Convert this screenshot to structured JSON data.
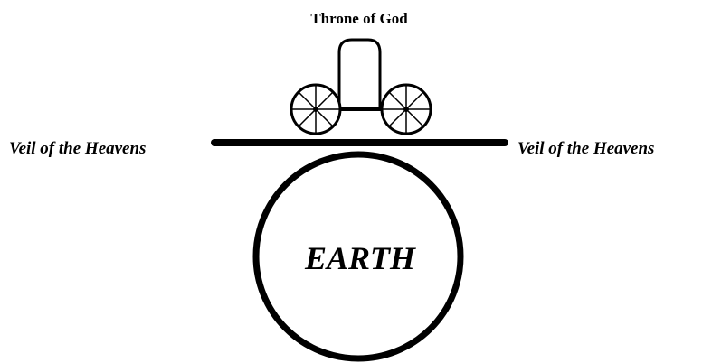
{
  "diagram": {
    "throne_label": "Throne of God",
    "veil_label_left": "Veil of the Heavens",
    "veil_label_right": "Veil of the Heavens",
    "earth_label": "EARTH"
  },
  "colors": {
    "ink": "#000000",
    "background": "#ffffff"
  }
}
